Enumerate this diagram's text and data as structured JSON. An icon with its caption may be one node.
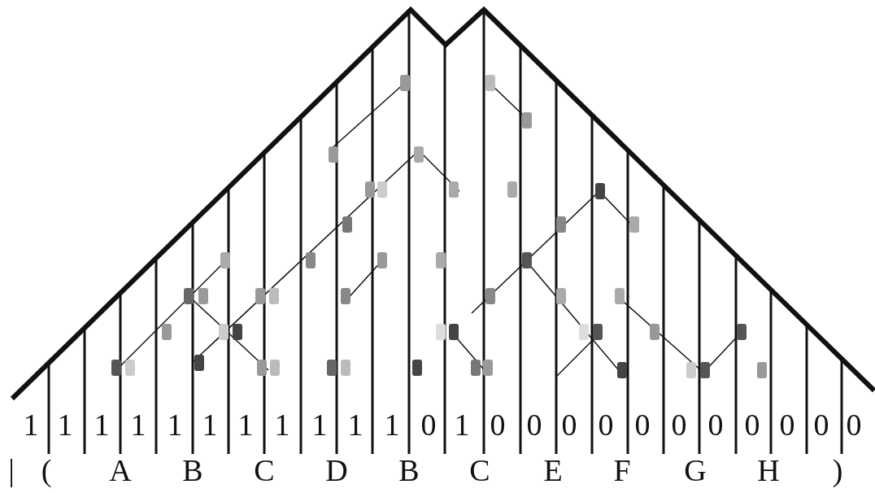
{
  "diagram": {
    "labels": [
      "1",
      "1",
      "1",
      "1",
      "1",
      "1",
      "1",
      "1",
      "1",
      "1",
      "1",
      "0",
      "1",
      "0",
      "0",
      "0",
      "0",
      "0",
      "0",
      "0",
      "0",
      "0",
      "0",
      "0",
      "|",
      "(",
      "A",
      "B",
      "C",
      "D",
      "B",
      "C",
      "E",
      "F",
      "G",
      "H",
      ")"
    ]
  }
}
